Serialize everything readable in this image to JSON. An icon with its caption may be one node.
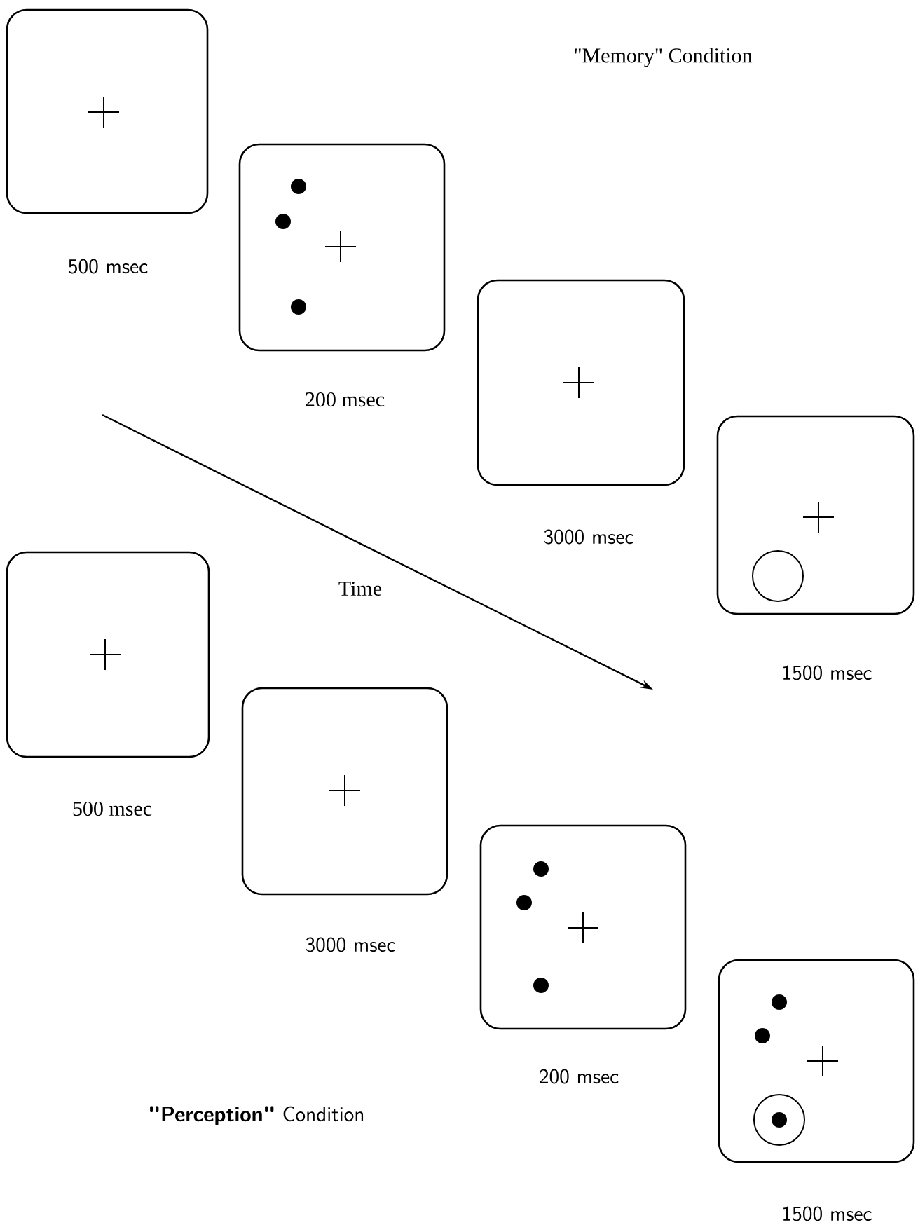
{
  "diagram": {
    "nodes": [
      {
        "text": [],
        "shape": "box",
        "beside": [
          "500 msec"
        ]
      },
      {
        "text": [],
        "shape": "box",
        "beside": [
          "200 msec"
        ]
      },
      {
        "text": [],
        "shape": "box",
        "beside": [
          "3000 msec"
        ]
      },
      {
        "text": [],
        "shape": "box",
        "beside": [
          "1500 msec"
        ]
      },
      {
        "text": [],
        "shape": "box",
        "beside": [
          "500 msec"
        ]
      },
      {
        "text": [],
        "shape": "box",
        "beside": [
          "3000 msec"
        ]
      },
      {
        "text": [],
        "shape": "box",
        "beside": [
          "200 msec"
        ]
      },
      {
        "text": [],
        "shape": "box",
        "beside": [
          "1500 msec"
        ]
      }
    ],
    "labels": [
      "\"Memory\" Condition",
      "Time",
      "**\"Perception\"** Condition"
    ]
  }
}
